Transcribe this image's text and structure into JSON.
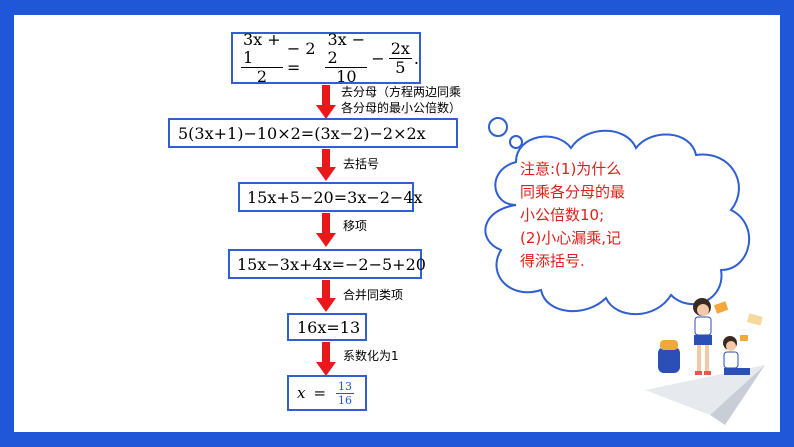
{
  "equations": {
    "eq1": {
      "frac1_num": "3x + 1",
      "frac1_den": "2",
      "minus_two": "− 2 =",
      "frac2_num": "3x − 2",
      "frac2_den": "10",
      "minus": "−",
      "frac3_num": "2x",
      "frac3_den": "5",
      "period": "."
    },
    "eq2": "5(3x+1)−10×2=(3x−2)−2×2x",
    "eq3": "15x+5−20=3x−2−4x",
    "eq4": "15x−3x+4x=−2−5+20",
    "eq5": "16x=13",
    "eq6": {
      "lhs": "x",
      "eq": "=",
      "num": "13",
      "den": "16"
    }
  },
  "steps": {
    "step1_line1": "去分母（方程两边同乘",
    "step1_line2": "各分母的最小公倍数）",
    "step2": "去括号",
    "step3": "移项",
    "step4": "合并同类项",
    "step5": "系数化为1"
  },
  "note": {
    "line1": "注意:(1)为什么",
    "line2": "同乘各分母的最",
    "line3": "小公倍数10;",
    "line4": "(2)小心漏乘,记",
    "line5": "得添括号."
  },
  "colors": {
    "frame": "#1f57d8",
    "box_border": "#2f5fd0",
    "arrow": "#e8191b",
    "note_text": "#e0201a"
  }
}
